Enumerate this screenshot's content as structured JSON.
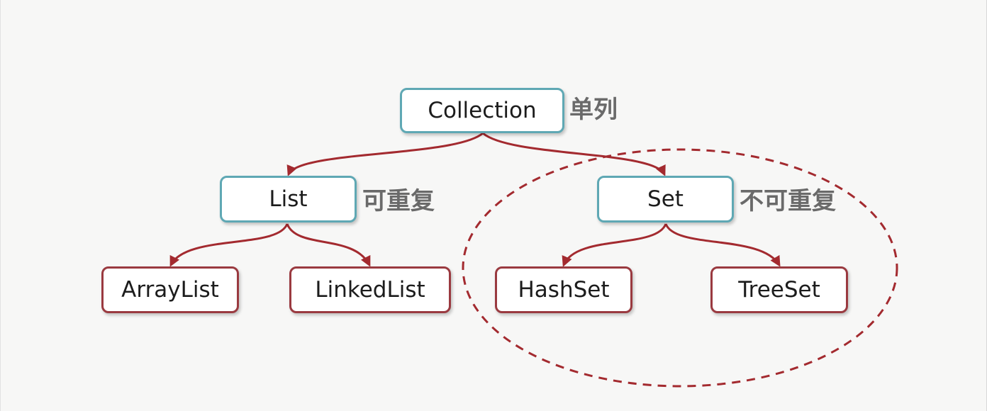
{
  "diagram": {
    "nodes": {
      "collection": "Collection",
      "list": "List",
      "set": "Set",
      "arraylist": "ArrayList",
      "linkedlist": "LinkedList",
      "hashset": "HashSet",
      "treeset": "TreeSet"
    },
    "notes": {
      "collection": "单列",
      "list": "可重复",
      "set": "不可重复"
    },
    "colors": {
      "interface_border": "#5fa8b4",
      "class_border": "#9a3a40",
      "arrow": "#a32a2f",
      "note_text": "#6a6a6a"
    }
  }
}
